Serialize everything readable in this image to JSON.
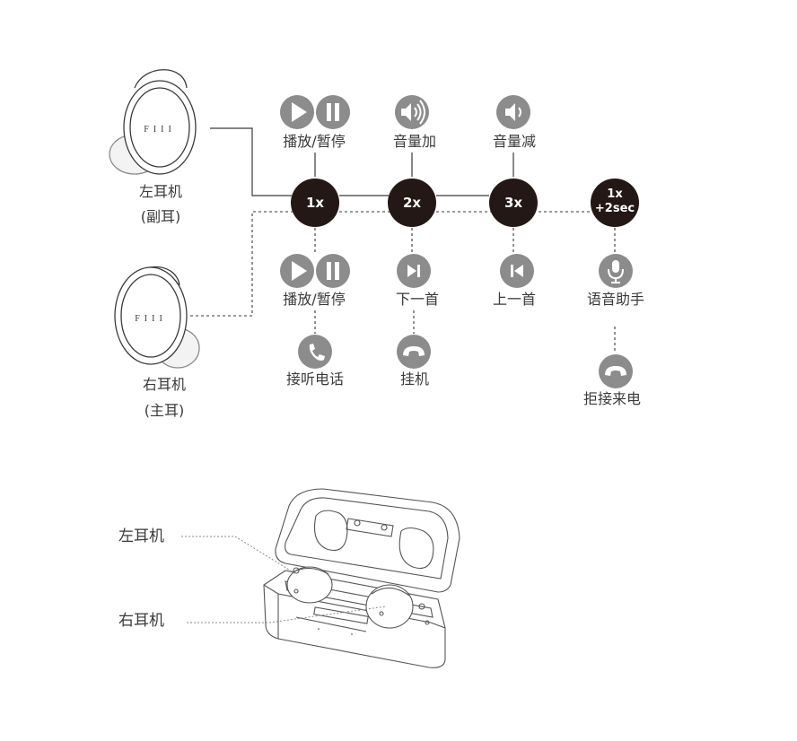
{
  "earbuds": {
    "left": {
      "name": "左耳机",
      "role": "(副耳)",
      "brand": "FIII"
    },
    "right": {
      "name": "右耳机",
      "role": "(主耳)",
      "brand": "FIII"
    }
  },
  "taps": [
    "1x",
    "2x",
    "3x"
  ],
  "hold": {
    "line1": "1x",
    "line2": "+2sec"
  },
  "left_actions": {
    "play_pause": "播放/暂停",
    "vol_up": "音量加",
    "vol_down": "音量减"
  },
  "right_actions": {
    "play_pause": "播放/暂停",
    "answer": "接听电话",
    "next": "下一首",
    "hangup": "挂机",
    "prev": "上一首",
    "voice": "语音助手",
    "reject": "拒接来电"
  },
  "case_labels": {
    "left": "左耳机",
    "right": "右耳机"
  },
  "colors": {
    "node": "#231815",
    "icon": "#8c8c8c",
    "line": "#3a3a3a",
    "text": "#3a3a3a"
  },
  "icons": [
    "play-icon",
    "pause-icon",
    "volume-up-icon",
    "volume-down-icon",
    "next-track-icon",
    "previous-track-icon",
    "microphone-icon",
    "phone-icon",
    "hangup-icon"
  ]
}
